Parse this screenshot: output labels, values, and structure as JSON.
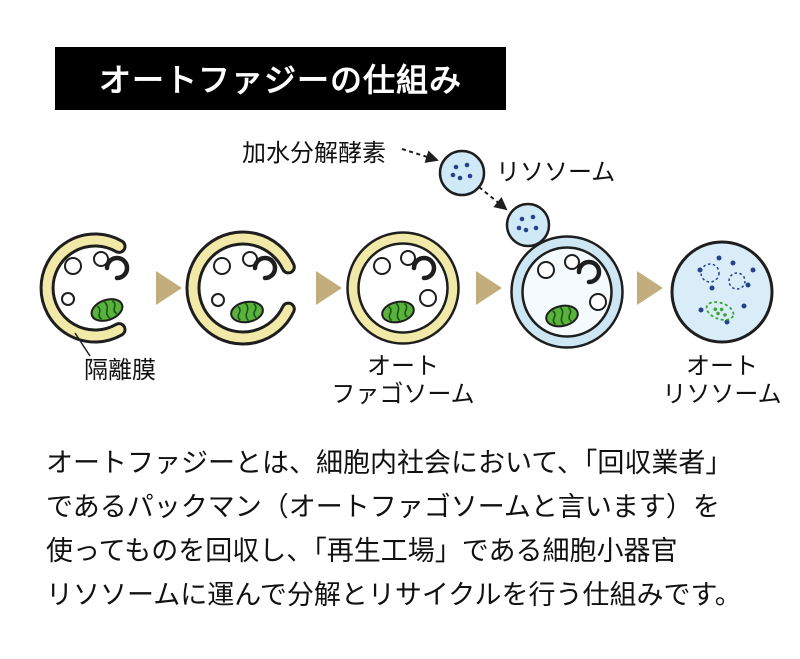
{
  "title": "オートファジーの仕組み",
  "diagram": {
    "enzyme_label": "加水分解酵素",
    "lysosome_label": "リソソーム",
    "isolation_membrane_label": "隔離膜",
    "autophagosome_label_line1": "オート",
    "autophagosome_label_line2": "ファゴソーム",
    "autolysosome_label_line1": "オート",
    "autolysosome_label_line2": "リソソーム"
  },
  "body_text": {
    "line1": "オートファジーとは、細胞内社会において、「回収業者」",
    "line2": "であるパックマン（オートファゴソームと言います）を",
    "line3": "使ってものを回収し、「再生工場」である細胞小器官",
    "line4": "リソソームに運んで分解とリサイクルを行う仕組みです。"
  },
  "colors": {
    "title_bg": "#000000",
    "title_text": "#ffffff",
    "membrane_yellow": "#f1e9a8",
    "membrane_blue": "#cde6f4",
    "lysosome_fill": "#cfe9f7",
    "autolysosome_fill": "#d9edf8",
    "mitochondria_green": "#5bb23b",
    "enzyme_dot_navy": "#27418c",
    "arrow_tan": "#c2ae7c",
    "outline_black": "#1e1e1e"
  }
}
